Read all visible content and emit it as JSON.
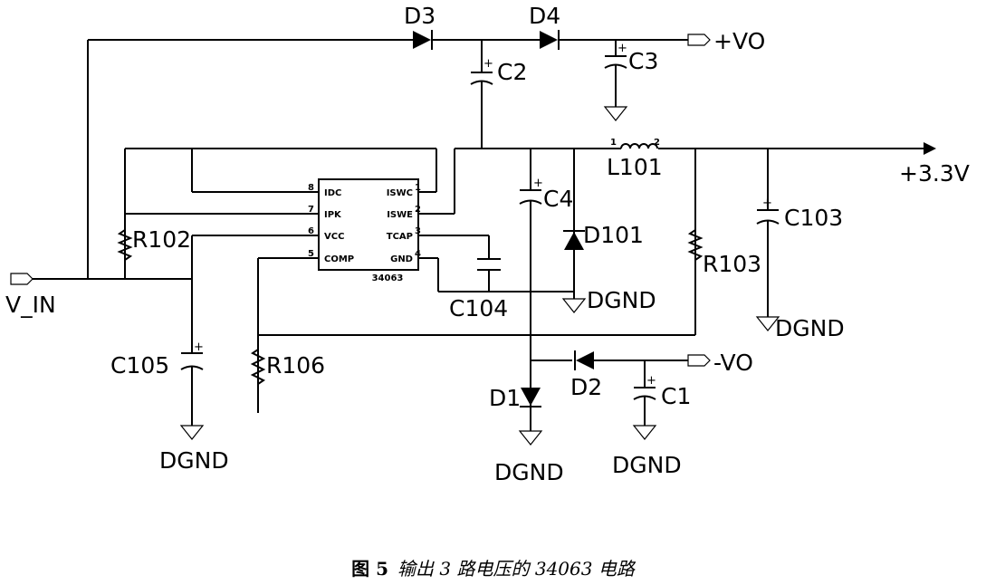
{
  "labels": {
    "d3": "D3",
    "d4": "D4",
    "vo_pos": "+VO",
    "c2": "C2",
    "c3": "C3",
    "l101": "L101",
    "l101_pin1": "1",
    "l101_pin2": "2",
    "out33": "+3.3V",
    "c4": "C4",
    "d101": "D101",
    "c103": "C103",
    "r102": "R102",
    "r103": "R103",
    "v_in": "V_IN",
    "c104": "C104",
    "dgnd": "DGND",
    "c105": "C105",
    "r106": "R106",
    "d1": "D1",
    "d2": "D2",
    "vo_neg": "-VO",
    "c1": "C1",
    "plus": "+"
  },
  "ic": {
    "part": "34063",
    "pins": [
      {
        "num": "8",
        "name": "IDC"
      },
      {
        "num": "7",
        "name": "IPK"
      },
      {
        "num": "6",
        "name": "VCC"
      },
      {
        "num": "5",
        "name": "COMP"
      },
      {
        "num": "1",
        "name": "ISWC"
      },
      {
        "num": "2",
        "name": "ISWE"
      },
      {
        "num": "3",
        "name": "TCAP"
      },
      {
        "num": "4",
        "name": "GND"
      }
    ]
  },
  "caption": {
    "number": "图 5",
    "text": "输出 3 路电压的 34063 电路"
  }
}
